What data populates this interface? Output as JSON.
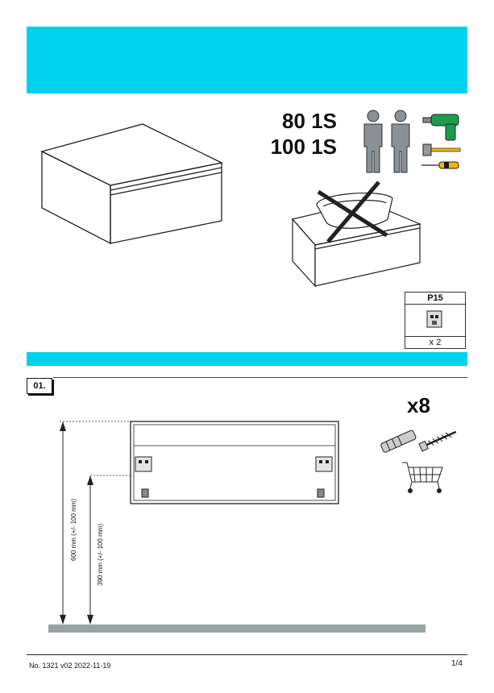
{
  "models": [
    "80 1S",
    "100 1S"
  ],
  "part": {
    "code": "P15",
    "qty": "x 2"
  },
  "step": {
    "number": "01.",
    "fastener_qty": "x8"
  },
  "dimensions": {
    "height_a": "600 mm (+/- 100 mm)",
    "height_b": "390 mm (+/- 100 mm)"
  },
  "footer": {
    "doc_id": "No. 1321 v02 2022-11-19",
    "page": "1/4"
  },
  "colors": {
    "banner": "#00d2ee",
    "floor": "#9aa3a3",
    "person": "#8a9196",
    "drill": "#1b9d4a",
    "hammer_head": "#f2b705"
  }
}
